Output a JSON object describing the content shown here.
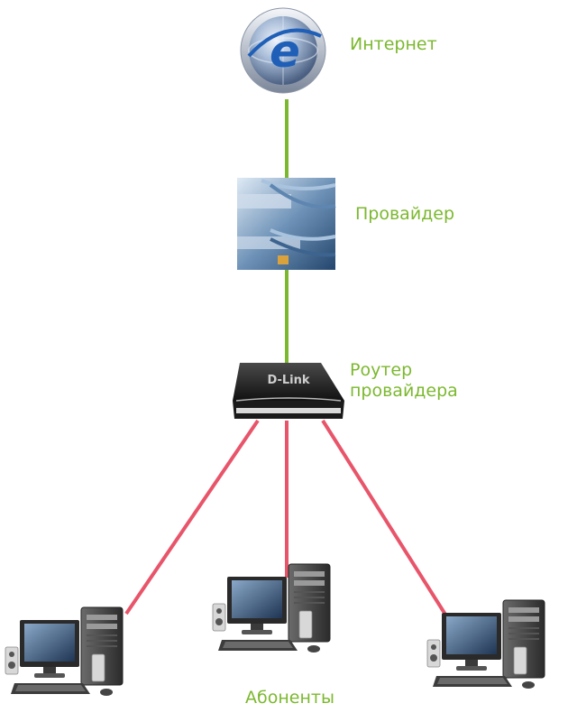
{
  "nodes": {
    "internet": {
      "label": "Интернет",
      "icon": "internet-explorer-globe-icon"
    },
    "provider": {
      "label": "Провайдер",
      "icon": "server-rack-cables-icon"
    },
    "router": {
      "label_line1": "Роутер",
      "label_line2": "провайдера",
      "brand": "D-Link",
      "icon": "router-icon"
    },
    "subscribers": {
      "label": "Абоненты",
      "icon": "desktop-computer-icon",
      "count": 3
    }
  },
  "connections": [
    {
      "from": "internet",
      "to": "provider",
      "color": "#7cb82f"
    },
    {
      "from": "provider",
      "to": "router",
      "color": "#7cb82f"
    },
    {
      "from": "router",
      "to": "subscriber-1",
      "color": "#e8556a"
    },
    {
      "from": "router",
      "to": "subscriber-2",
      "color": "#e8556a"
    },
    {
      "from": "router",
      "to": "subscriber-3",
      "color": "#e8556a"
    }
  ],
  "colors": {
    "label": "#7cb82f",
    "uplink": "#7cb82f",
    "downlink": "#e8556a"
  }
}
